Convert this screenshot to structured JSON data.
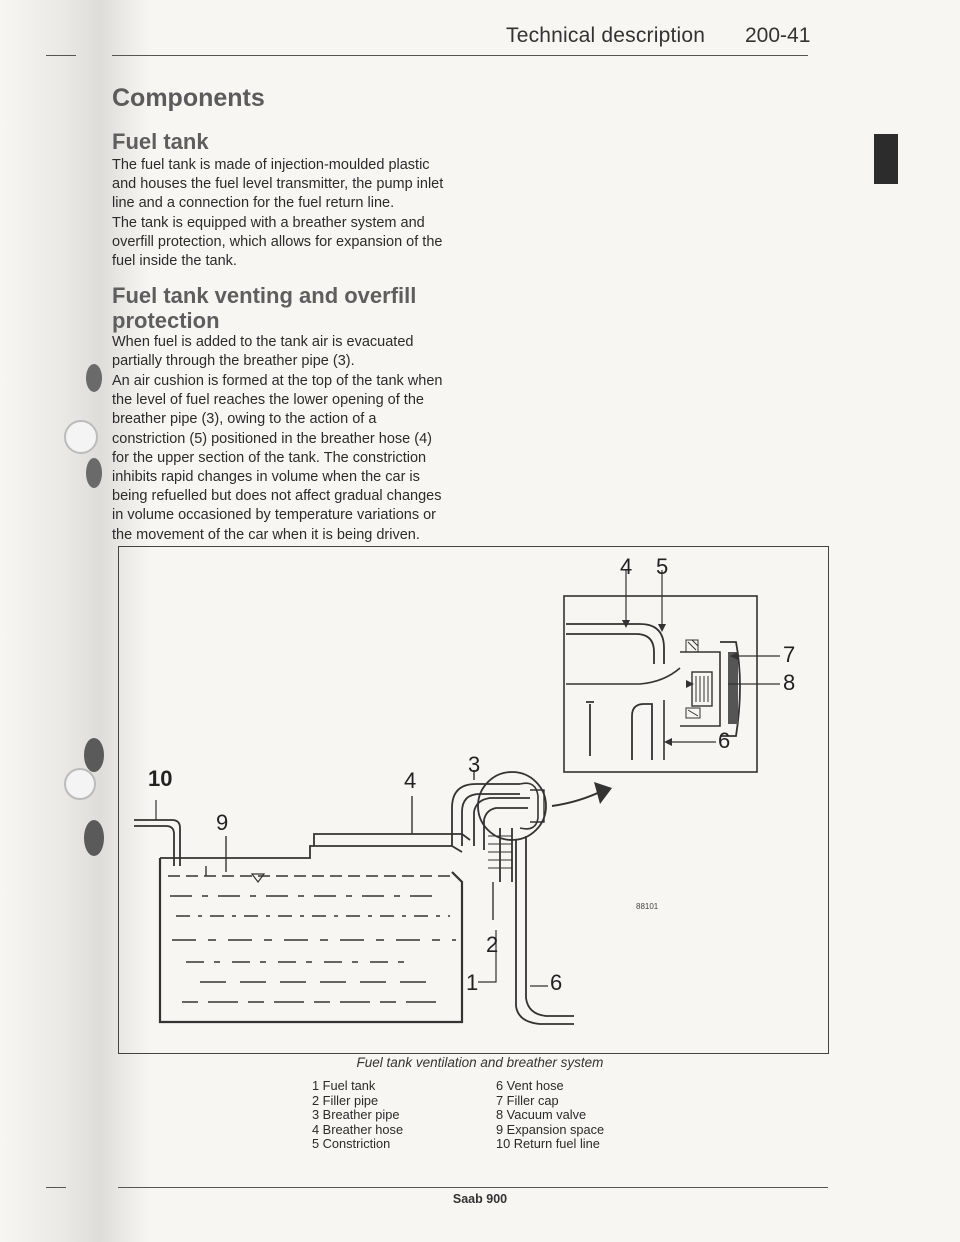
{
  "header": {
    "title": "Technical description",
    "page_number": "200-41"
  },
  "section": {
    "heading": "Components"
  },
  "fuel_tank": {
    "heading": "Fuel tank",
    "paragraphs": [
      "The fuel tank is made of injection-moulded plastic and houses the fuel level transmitter, the pump inlet line and a connection for the fuel return line.",
      "The tank is equipped with a breather system and overfill protection, which allows for expansion of the fuel inside the tank."
    ]
  },
  "venting": {
    "heading_line1": "Fuel tank venting and overfill",
    "heading_line2": "protection",
    "paragraphs": [
      "When fuel is added to the tank air is evacuated partially through the breather pipe (3).",
      "An air cushion is formed at the top of the tank when the level of fuel reaches the lower opening of the breather pipe (3), owing to the action of a constriction (5) positioned in the breather hose (4) for the upper section of the tank. The constriction inhibits rapid changes in volume when the car is being refuelled but does not affect gradual changes in volume occasioned by temperature variations or the movement of the car when it is being driven."
    ]
  },
  "figure": {
    "caption": "Fuel tank ventilation and breather system",
    "figure_code": "88101",
    "callouts": {
      "c1": "1",
      "c2": "2",
      "c3": "3",
      "c4": "4",
      "c4b": "4",
      "c5": "5",
      "c6": "6",
      "c6b": "6",
      "c7": "7",
      "c8": "8",
      "c9": "9",
      "c10": "10"
    },
    "legend_left": [
      "1  Fuel tank",
      "2  Filler pipe",
      "3  Breather pipe",
      "4  Breather hose",
      "5  Constriction"
    ],
    "legend_right": [
      "6  Vent hose",
      "7  Filler cap",
      "8  Vacuum valve",
      "9  Expansion space",
      "10  Return fuel line"
    ]
  },
  "footer": {
    "text": "Saab 900"
  },
  "colors": {
    "paper": "#f7f6f3",
    "ink": "#2a2a2a",
    "heading_gray": "#5b5b5b",
    "thumb_tab": "#2c2c2c"
  }
}
